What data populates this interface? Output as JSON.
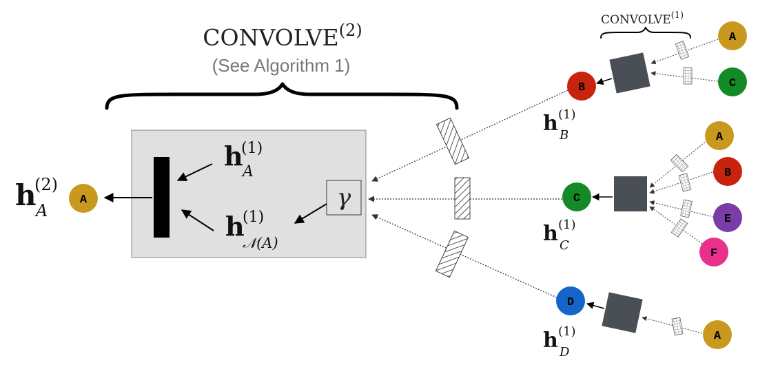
{
  "title_main": "CONVOLVE",
  "title_main_sup": "(2)",
  "title_sub": "(See Algorithm 1)",
  "title_small": "CONVOLVE",
  "title_small_sup": "(1)",
  "gamma_symbol": "γ",
  "hidden_labels": {
    "output": {
      "h": "h",
      "sub": "A",
      "sup": "(2)"
    },
    "self": {
      "h": "h",
      "sub": "A",
      "sup": "(1)"
    },
    "neigh": {
      "h": "h",
      "sub": "𝒩(A)",
      "sup": "(1)"
    },
    "b": {
      "h": "h",
      "sub": "B",
      "sup": "(1)"
    },
    "c": {
      "h": "h",
      "sub": "C",
      "sup": "(1)"
    },
    "d": {
      "h": "h",
      "sub": "D",
      "sup": "(1)"
    }
  },
  "nodes": {
    "out_a": {
      "label": "A",
      "color": "#c8991e"
    },
    "b": {
      "label": "B",
      "color": "#c8230f"
    },
    "c": {
      "label": "C",
      "color": "#138a26"
    },
    "d": {
      "label": "D",
      "color": "#1565c8"
    },
    "b_a": {
      "label": "A",
      "color": "#c8991e"
    },
    "b_c": {
      "label": "C",
      "color": "#138a26"
    },
    "c_a": {
      "label": "A",
      "color": "#c8991e"
    },
    "c_b": {
      "label": "B",
      "color": "#c8230f"
    },
    "c_e": {
      "label": "E",
      "color": "#7a3da8"
    },
    "c_f": {
      "label": "F",
      "color": "#e8308c"
    },
    "d_a": {
      "label": "A",
      "color": "#c8991e"
    }
  },
  "colors": {
    "aggregator_box": "#e0e0e0",
    "aggregator_square": "#4a4f55",
    "concat_bar": "#000000"
  }
}
